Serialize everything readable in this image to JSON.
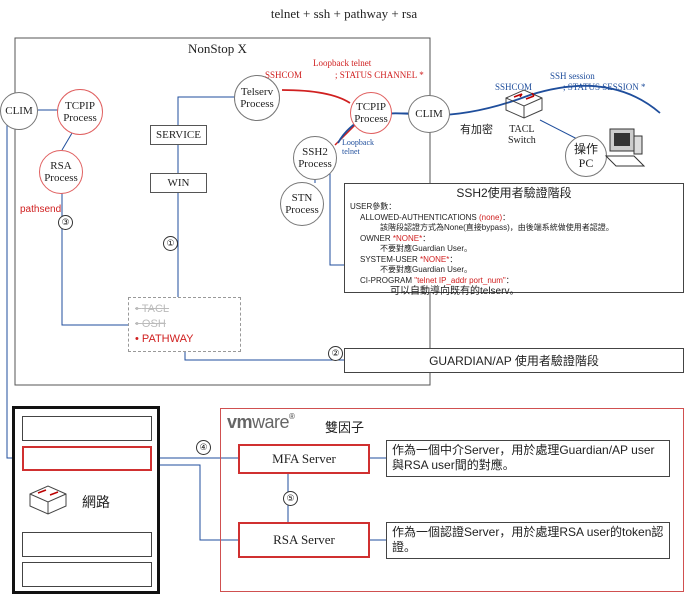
{
  "title": "telnet + ssh + pathway + rsa",
  "nonstop": "NonStop X",
  "nodes": {
    "clim_left": "CLIM",
    "tcpip_left": "TCPIP\nProcess",
    "rsa_process": "RSA\nProcess",
    "telserv": "Telserv\nProcess",
    "tcpip_right": "TCPIP\nProcess",
    "clim_right": "CLIM",
    "ssh2": "SSH2\nProcess",
    "stn": "STN\nProcess",
    "tacl_switch": "TACL\nSwitch",
    "pc": "操作\nPC"
  },
  "boxes": {
    "service": "SERVICE",
    "win": "WIN"
  },
  "labels": {
    "loopback_telnet": "Loopback telnet",
    "sshcom_left": "SSHCOM",
    "status_channel": "; STATUS CHANNEL *",
    "ssh_session": "SSH session",
    "sshcom_right": "SSHCOM",
    "status_session": "; STATUS SESSION *",
    "loopback_small": "Loopback\ntelnet",
    "encrypted": "有加密",
    "pathsend": "pathsend"
  },
  "ssh2_box": {
    "title": "SSH2使用者驗證階段",
    "lines": [
      {
        "t": "USER參數："
      },
      {
        "t": "ALLOWED-AUTHENTICATIONS ",
        "r": "(none)",
        "e": "：",
        "indent": 1
      },
      {
        "t": "該階段認證方式為None(直接bypass)，由後端系統做使用者認證。",
        "indent": 3
      },
      {
        "t": "OWNER ",
        "r": "*NONE*",
        "e": "：",
        "indent": 1
      },
      {
        "t": "不要對應Guardian User。",
        "indent": 3
      },
      {
        "t": "SYSTEM-USER ",
        "r": "*NONE*",
        "e": "：",
        "indent": 1
      },
      {
        "t": "不要對應Guardian User。",
        "indent": 3
      },
      {
        "t": "CI-PROGRAM   ",
        "r": "\"telnet IP_addr port_num\"",
        "e": "：",
        "indent": 1
      },
      {
        "t": "可以自動導向既有的telserv。",
        "indent": 4,
        "big": true
      }
    ]
  },
  "guardian_box": "GUARDIAN/AP 使用者驗證階段",
  "pathway_menu": [
    "TACL",
    "OSH",
    "PATHWAY"
  ],
  "steps": [
    "①",
    "②",
    "③",
    "④",
    "⑤"
  ],
  "network": "網路",
  "vmware": {
    "vm": "vm",
    "ware": "ware",
    "tm": "®",
    "twofactor": "雙因子"
  },
  "mfa_server": "MFA Server",
  "rsa_server": "RSA Server",
  "mfa_note": "作為一個中介Server，用於處理Guardian/AP user與RSA user間的對應。",
  "rsa_note": "作為一個認證Server，用於處理RSA user的token認證。"
}
